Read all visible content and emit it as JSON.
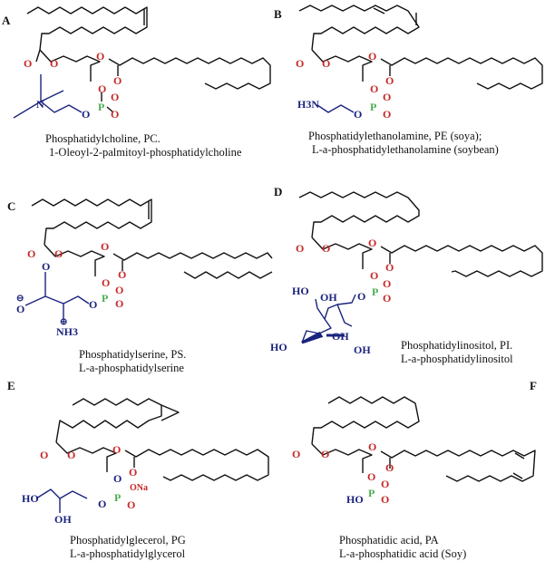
{
  "panels": [
    {
      "letter": "A",
      "name": "Phosphatidylcholine, PC.",
      "subname": "1-Oleoyl-2-palmitoyl-phosphatidylcholine"
    },
    {
      "letter": "B",
      "name": "Phosphatidylethanolamine, PE (soya);",
      "subname": "L-a-phosphatidylethanolamine (soybean)"
    },
    {
      "letter": "C",
      "name": "Phosphatidylserine, PS.",
      "subname": "L-a-phosphatidylserine"
    },
    {
      "letter": "D",
      "name": "Phosphatidylinositol, PI.",
      "subname": "L-a-phosphatidylinositol"
    },
    {
      "letter": "E",
      "name": "Phosphatidylglecerol, PG",
      "subname": "L-a-phosphatidylglycerol"
    },
    {
      "letter": "F",
      "name": "Phosphatidic acid, PA",
      "subname": "L-a-phosphatidic acid (Soy)"
    }
  ],
  "atoms": {
    "O": "O",
    "P": "P",
    "N": "N",
    "H3N": "H3N",
    "NH3": "NH3",
    "HO": "HO",
    "OH": "OH",
    "ONa": "ONa",
    "minus": "⊖",
    "plus": "⊕"
  },
  "colors": {
    "oxygen": "#c62828",
    "nitrogen_headgroup": "#1a237e",
    "phosphorus": "#4caf50",
    "bond": "#111111"
  }
}
